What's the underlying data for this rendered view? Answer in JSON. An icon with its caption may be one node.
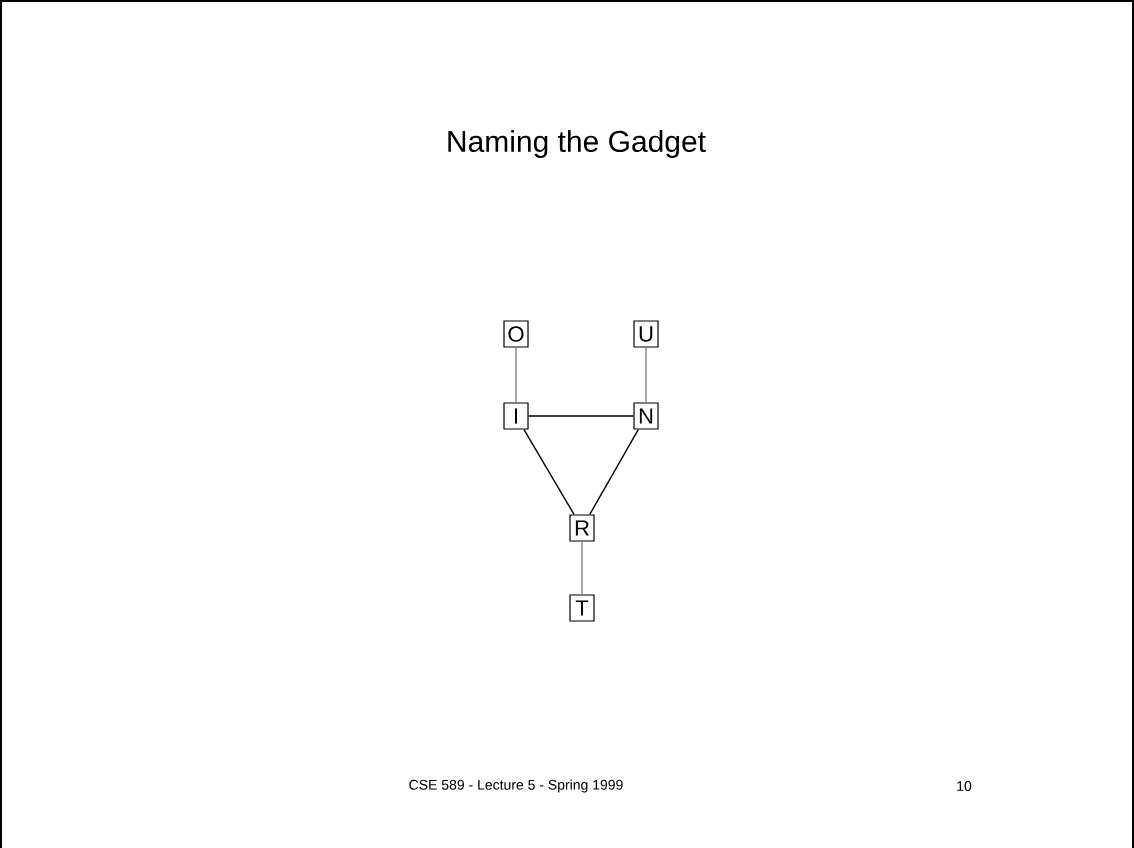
{
  "diagram": {
    "title": "Naming the Gadget",
    "nodes": [
      {
        "text": [
          "O"
        ]
      },
      {
        "text": [
          "U"
        ]
      },
      {
        "text": [
          "I"
        ]
      },
      {
        "text": [
          "N"
        ]
      },
      {
        "text": [
          "R"
        ]
      },
      {
        "text": [
          "T"
        ]
      }
    ],
    "edges": [
      {
        "from": 0,
        "to": 2,
        "arrow": "none",
        "color": "#808080"
      },
      {
        "from": 1,
        "to": 3,
        "arrow": "none",
        "color": "#808080"
      },
      {
        "from": 2,
        "to": 3,
        "arrow": "none",
        "color": "#000000"
      },
      {
        "from": 2,
        "to": 4,
        "arrow": "none",
        "color": "#000000"
      },
      {
        "from": 3,
        "to": 4,
        "arrow": "none",
        "color": "#000000"
      },
      {
        "from": 4,
        "to": 5,
        "arrow": "none",
        "color": "#808080"
      }
    ],
    "labels": [
      "CSE 589 - Lecture 5 - Spring 1999",
      "10"
    ]
  }
}
